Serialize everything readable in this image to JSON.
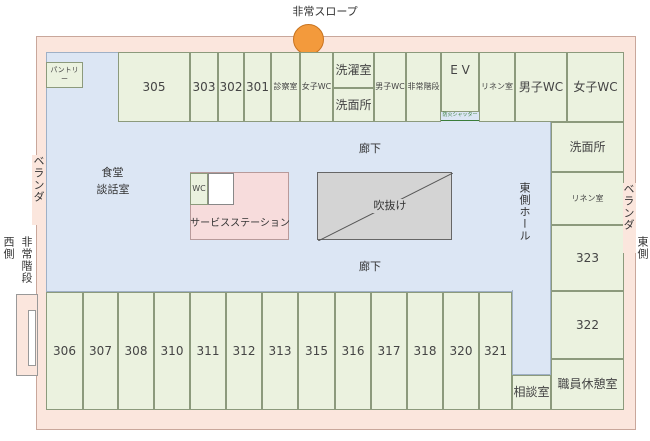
{
  "top_label": "非常スロープ",
  "pantry": "パントリー",
  "top_rooms": [
    "305",
    "303",
    "302",
    "301"
  ],
  "exam_room": "診察室",
  "women_wc_1": "女子WC",
  "laundry": "洗濯室",
  "washroom_1": "洗面所",
  "men_wc_1": "男子WC",
  "emergency_stairs_small": "非常階段",
  "ev": "E V",
  "fire_shutter": "防火シャッター",
  "linen_1": "リネン室",
  "men_wc_2": "男子WC",
  "women_wc_2": "女子WC",
  "washroom_2": "洗面所",
  "linen_2": "リネン室",
  "right_rooms": [
    "323",
    "322"
  ],
  "staff_lounge": "職員休憩室",
  "consult_room": "相談室",
  "bottom_rooms": [
    "306",
    "307",
    "308",
    "310",
    "311",
    "312",
    "313",
    "315",
    "316",
    "317",
    "318",
    "320",
    "321"
  ],
  "dining": "食堂",
  "lounge": "談話室",
  "corridor_top": "廊下",
  "corridor_bottom": "廊下",
  "void": "吹抜け",
  "service_station": "サービスステーション",
  "wc": "WC",
  "east_hall": "東側ホール",
  "veranda_left": "ベランダ",
  "veranda_right": "ベランダ",
  "west_side": "西側",
  "emergency_stairs": "非常階段",
  "east_side": "東側"
}
